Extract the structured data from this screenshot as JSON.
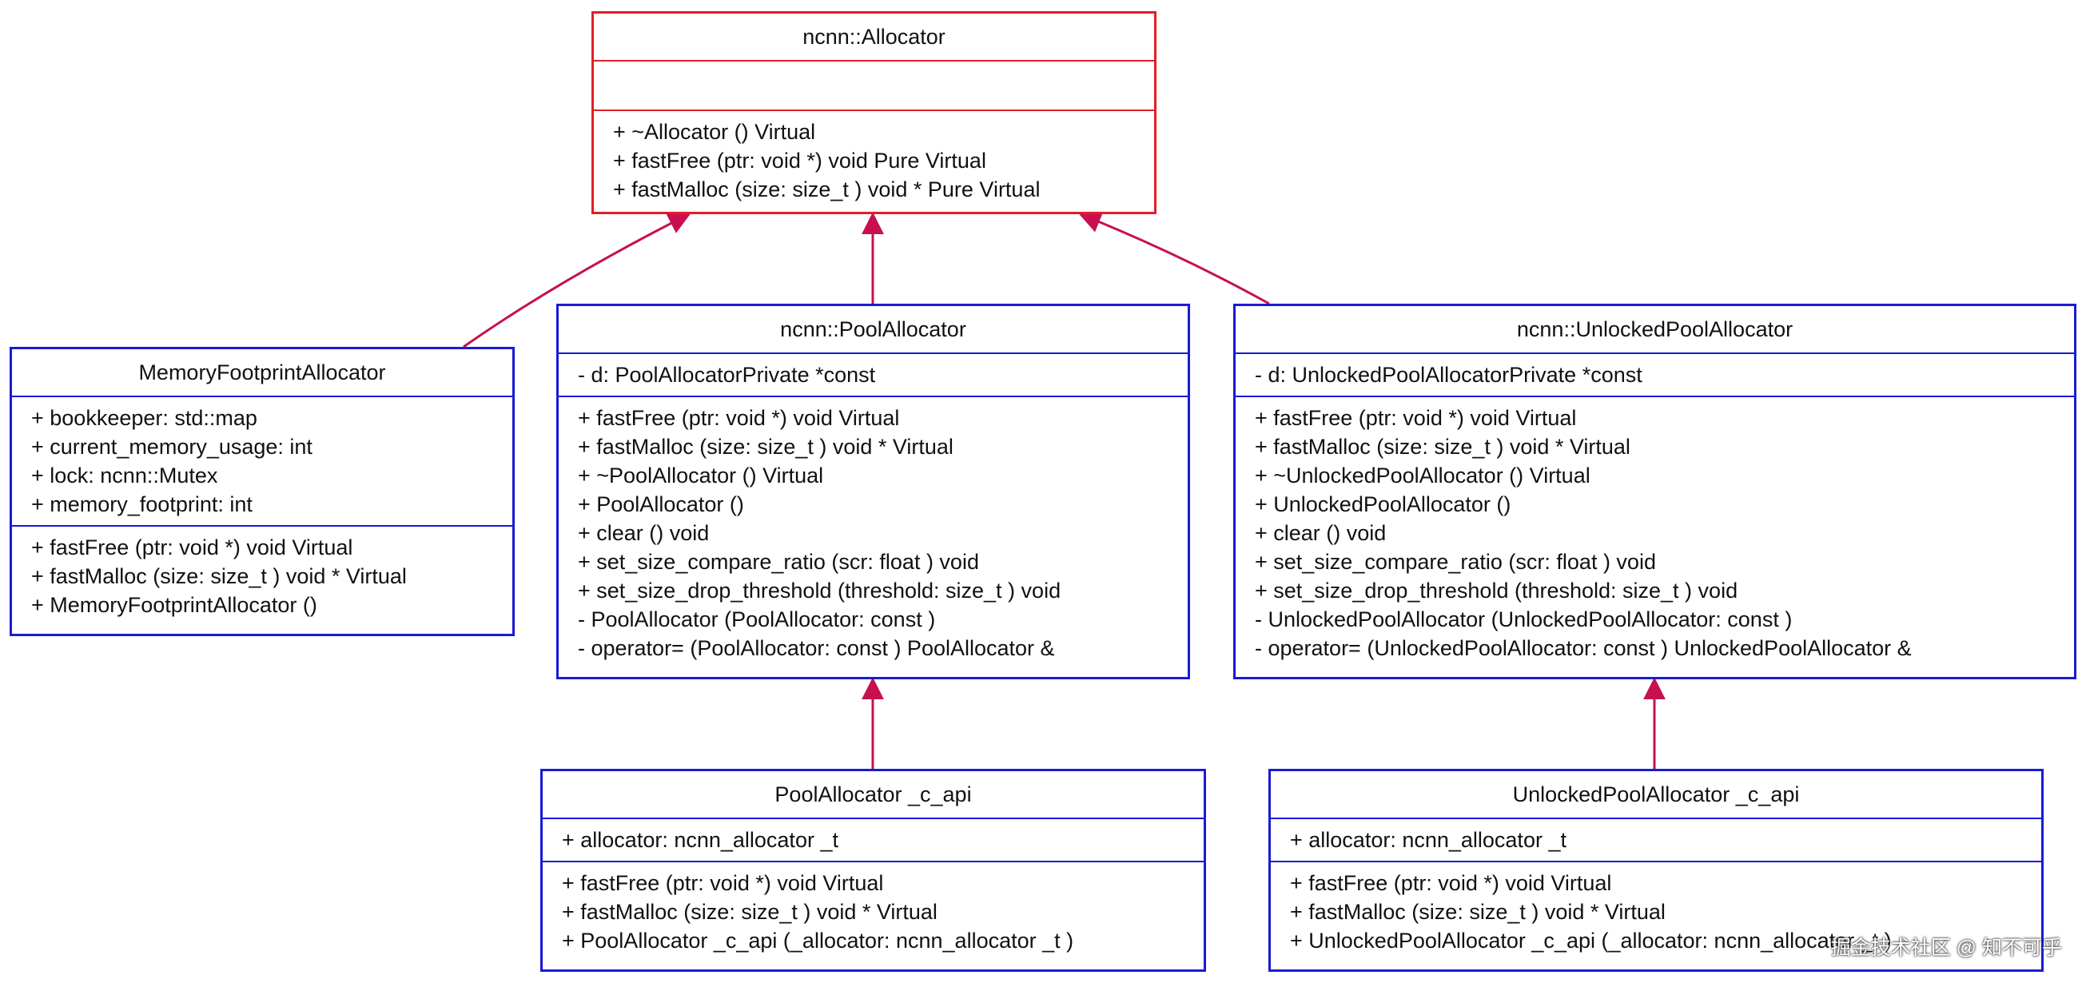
{
  "classes": {
    "allocator": {
      "name": "ncnn::Allocator",
      "attributes": [],
      "methods": [
        "+ ~Allocator () Virtual",
        "+ fastFree (ptr: void *) void Pure Virtual",
        "+ fastMalloc (size: size_t ) void * Pure Virtual"
      ]
    },
    "memory_footprint": {
      "name": "MemoryFootprintAllocator",
      "attributes": [
        "+ bookkeeper: std::map",
        "+ current_memory_usage: int",
        "+ lock: ncnn::Mutex",
        "+ memory_footprint: int"
      ],
      "methods": [
        "+ fastFree (ptr: void *) void Virtual",
        "+ fastMalloc (size: size_t ) void * Virtual",
        "+ MemoryFootprintAllocator ()"
      ]
    },
    "pool": {
      "name": "ncnn::PoolAllocator",
      "attributes": [
        "- d: PoolAllocatorPrivate *const"
      ],
      "methods": [
        "+ fastFree (ptr: void *) void Virtual",
        "+ fastMalloc (size: size_t ) void * Virtual",
        "+ ~PoolAllocator () Virtual",
        "+ PoolAllocator ()",
        "+ clear () void",
        "+ set_size_compare_ratio (scr: float ) void",
        "+ set_size_drop_threshold (threshold: size_t ) void",
        "- PoolAllocator (PoolAllocator: const )",
        "- operator= (PoolAllocator: const ) PoolAllocator &"
      ]
    },
    "unlocked_pool": {
      "name": "ncnn::UnlockedPoolAllocator",
      "attributes": [
        "- d: UnlockedPoolAllocatorPrivate *const"
      ],
      "methods": [
        "+ fastFree (ptr: void *) void Virtual",
        "+ fastMalloc (size: size_t ) void * Virtual",
        "+ ~UnlockedPoolAllocator () Virtual",
        "+ UnlockedPoolAllocator ()",
        "+ clear () void",
        "+ set_size_compare_ratio (scr: float ) void",
        "+ set_size_drop_threshold (threshold: size_t ) void",
        "- UnlockedPoolAllocator (UnlockedPoolAllocator: const )",
        "- operator= (UnlockedPoolAllocator: const ) UnlockedPoolAllocator &"
      ]
    },
    "pool_c_api": {
      "name": "PoolAllocator _c_api",
      "attributes": [
        "+ allocator: ncnn_allocator _t"
      ],
      "methods": [
        "+ fastFree (ptr: void *) void Virtual",
        "+ fastMalloc (size: size_t ) void * Virtual",
        "+ PoolAllocator _c_api (_allocator: ncnn_allocator _t )"
      ]
    },
    "unlocked_pool_c_api": {
      "name": "UnlockedPoolAllocator _c_api",
      "attributes": [
        "+ allocator: ncnn_allocator _t"
      ],
      "methods": [
        "+ fastFree (ptr: void *) void Virtual",
        "+ fastMalloc (size: size_t ) void * Virtual",
        "+ UnlockedPoolAllocator _c_api (_allocator: ncnn_allocator _t )"
      ]
    }
  },
  "colors": {
    "base_border": "#e01f26",
    "class_border": "#1a1ad6",
    "arrow": "#c8104f"
  },
  "watermark": "掘金技术社区 @ 知不可乎"
}
